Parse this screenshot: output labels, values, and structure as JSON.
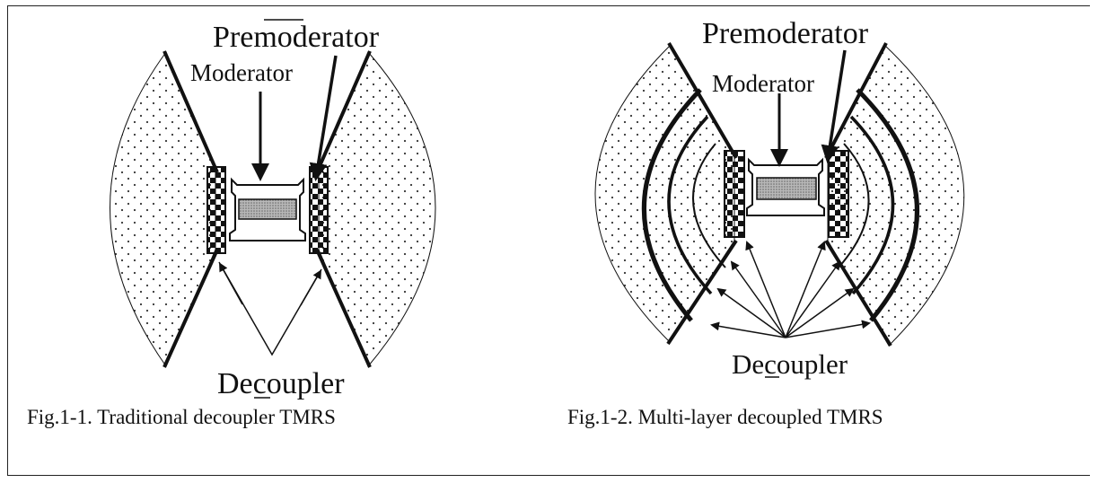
{
  "figures": [
    {
      "labels": {
        "premoderator": "Premoderator",
        "moderator": "Moderator",
        "decoupler": "Decoupler"
      },
      "caption": "Fig.1-1. Traditional decoupler TMRS"
    },
    {
      "labels": {
        "premoderator": "Premoderator",
        "moderator": "Moderator",
        "decoupler": "Decoupler"
      },
      "caption": "Fig.1-2. Multi-layer decoupled TMRS"
    }
  ],
  "colors": {
    "line": "#111111",
    "moderator_fill": "#9a9a9a",
    "dot": "#333333",
    "checker": "#111111"
  }
}
